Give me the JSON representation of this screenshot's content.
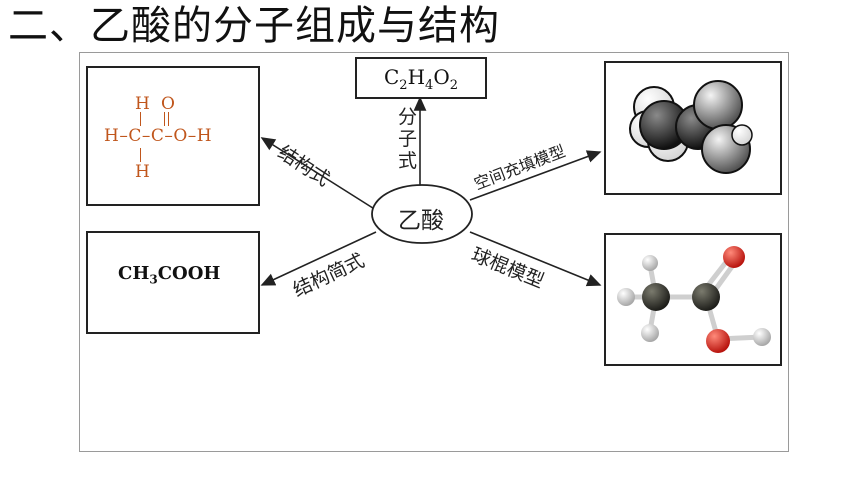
{
  "title": "二、乙酸的分子组成与结构",
  "center": {
    "label": "乙酸"
  },
  "molecular_formula": {
    "c": "C",
    "c_sub": "2",
    "h": "H",
    "h_sub": "4",
    "o": "O",
    "o_sub": "2"
  },
  "structural_formula": {
    "row_top": [
      "H",
      "O"
    ],
    "row_mid": "H–C–C–O–H",
    "row_bottom": "H",
    "color": "#c0561c"
  },
  "condensed_formula": {
    "part1": "CH",
    "sub": "3",
    "part2": "COOH"
  },
  "edge_labels": {
    "molecular": "分子式",
    "structural": "结构式",
    "condensed": "结构简式",
    "space_filling": "空间充填模型",
    "ball_stick": "球棍模型"
  },
  "colors": {
    "carbon": "#3a3a34",
    "oxygen": "#d0201a",
    "hydrogen": "#e8e8e8"
  }
}
